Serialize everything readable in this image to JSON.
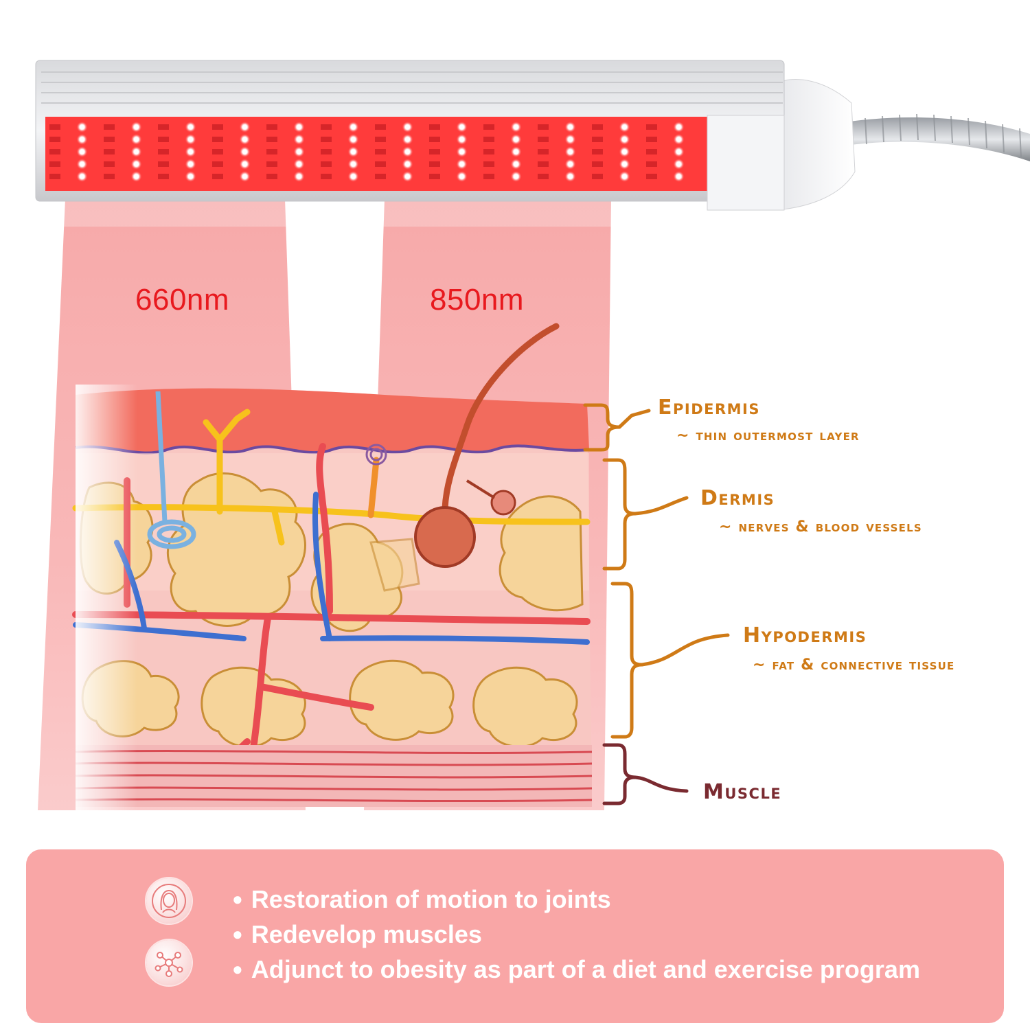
{
  "wavelengths": [
    "660nm",
    "850nm"
  ],
  "layers": [
    {
      "title": "Epidermis",
      "description": "~ thin outermost layer"
    },
    {
      "title": "Dermis",
      "description": "~ nerves & blood vessels"
    },
    {
      "title": "Hypodermis",
      "description": "~ fat & connective tissue"
    },
    {
      "title": "Muscle"
    }
  ],
  "benefits": [
    "Restoration of motion to joints",
    "Redevelop muscles",
    "Adjunct to obesity as part of a diet and exercise program"
  ],
  "icons": [
    "face-icon",
    "molecule-icon"
  ],
  "colors": {
    "led_red": "#ff3b3b",
    "beam": "#f7a8a8",
    "wavelength_text": "#e8191e",
    "label_orange": "#cf7a16",
    "muscle_label": "#7a2a30",
    "benefit_panel": "#f9a6a6",
    "benefit_text": "#ffffff"
  }
}
